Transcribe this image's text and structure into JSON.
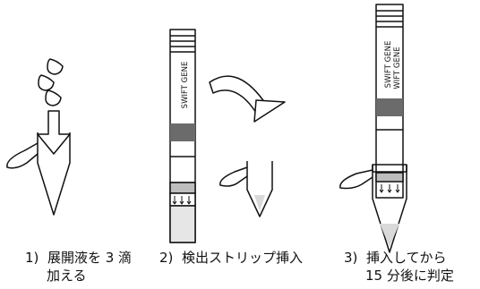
{
  "steps": [
    {
      "number": "1)",
      "line1": "展開液を 3 滴",
      "line2": "加える"
    },
    {
      "number": "2)",
      "line1": "検出ストリップ挿入",
      "line2": ""
    },
    {
      "number": "3)",
      "line1": "挿入してから",
      "line2": "15 分後に判定"
    }
  ],
  "strip_text": [
    "SWIFT GENE",
    "WIFT GENE"
  ],
  "colors": {
    "line": "#111111",
    "band": "#6b6b6b",
    "liquid": "#d9d9d9"
  }
}
